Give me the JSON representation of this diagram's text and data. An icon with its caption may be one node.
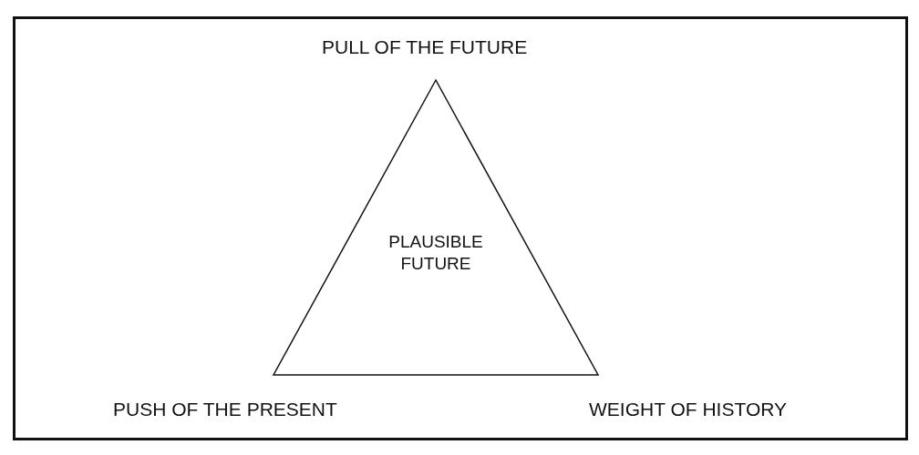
{
  "diagram": {
    "nodes": [
      {
        "text": [
          "PLAUSIBLE FUTURE"
        ]
      }
    ],
    "labels": [
      "PULL OF THE FUTURE",
      "PUSH OF THE PRESENT",
      "WEIGHT OF HISTORY"
    ]
  }
}
